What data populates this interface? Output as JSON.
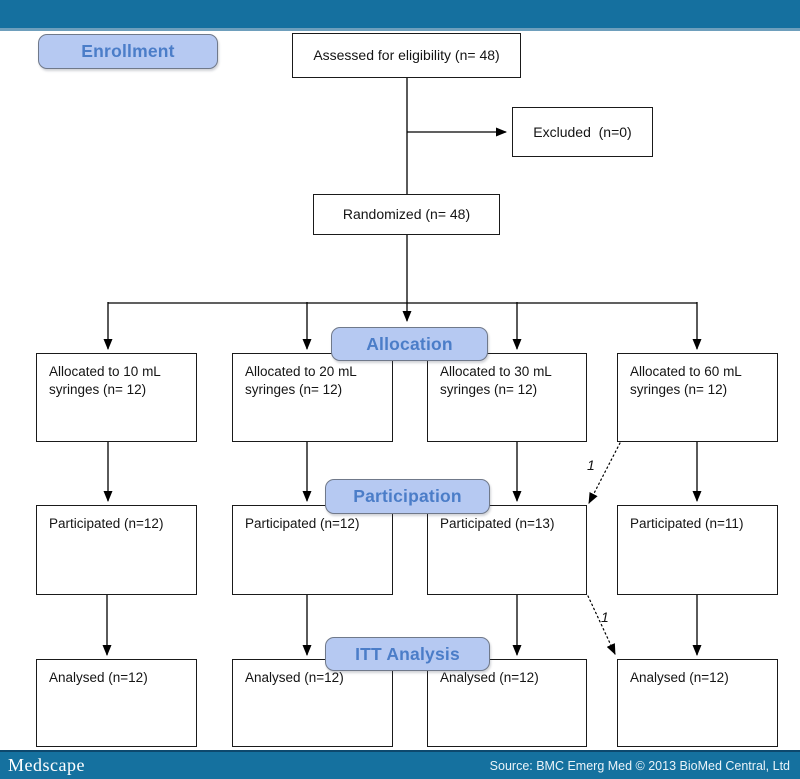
{
  "stage_labels": {
    "enrollment": "Enrollment",
    "allocation": "Allocation",
    "participation": "Participation",
    "itt": "ITT Analysis"
  },
  "boxes": {
    "assessed": "Assessed for eligibility (n= 48)",
    "excluded": "Excluded  (n=0)",
    "randomized": "Randomized (n= 48)",
    "allocated": [
      "Allocated to 10 mL syringes (n= 12)",
      "Allocated to 20 mL syringes (n= 12)",
      "Allocated to 30 mL syringes (n= 12)",
      "Allocated to 60 mL syringes (n= 12)"
    ],
    "participated": [
      "Participated (n=12)",
      "Participated (n=12)",
      "Participated (n=13)",
      "Participated (n=11)"
    ],
    "analysed": [
      "Analysed (n=12)",
      "Analysed (n=12)",
      "Analysed (n=12)",
      "Analysed (n=12)"
    ]
  },
  "crossover_notes": {
    "note1": "1",
    "note2": "1"
  },
  "footer": {
    "brand": "Medscape",
    "source": "Source: BMC Emerg Med © 2013 BioMed Central, Ltd"
  },
  "colors": {
    "bar_teal": "#15709f",
    "stage_fill": "#b6c9f2",
    "stage_text": "#4b7dc8",
    "box_border": "#1a1a1a"
  }
}
